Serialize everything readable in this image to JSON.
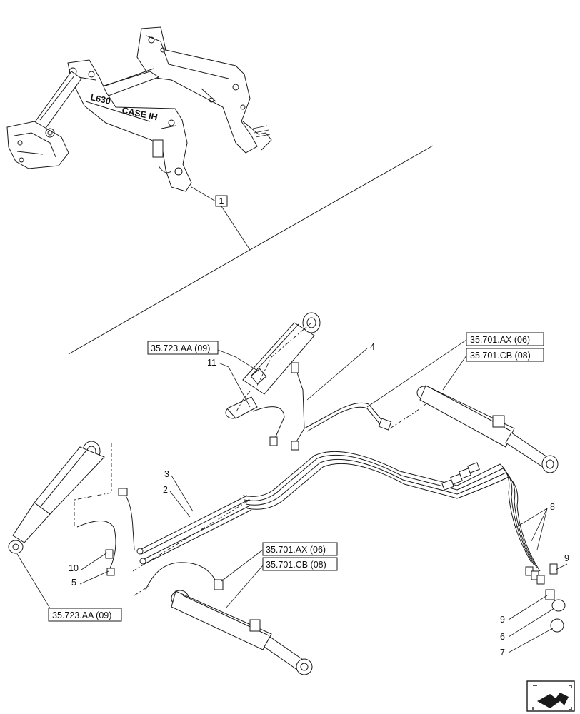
{
  "callouts": {
    "n1": "1",
    "n2": "2",
    "n3": "3",
    "n4": "4",
    "n5": "5",
    "n6": "6",
    "n7": "7",
    "n8": "8",
    "n9a": "9",
    "n9b": "9",
    "n10": "10",
    "n11": "11"
  },
  "refs": {
    "upper_cyl_ref": "35.723.AA (09)",
    "right_cyl_ref_a": "35.701.AX (06)",
    "right_cyl_ref_b": "35.701.CB (08)",
    "mid_cyl_ref_a": "35.701.AX (06)",
    "mid_cyl_ref_b": "35.701.CB (08)",
    "left_cyl_ref": "35.723.AA (09)"
  },
  "loader_brand": "CASE IH",
  "loader_model": "L630",
  "icons": {
    "nav": "next-page-arrow-icon"
  }
}
